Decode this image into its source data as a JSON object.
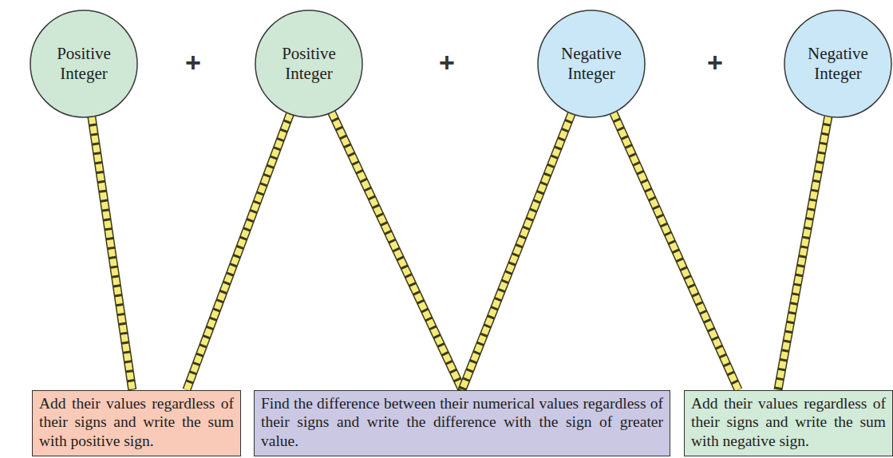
{
  "diagram": {
    "nodes": [
      {
        "text": [
          "Positive Integer"
        ]
      },
      {
        "text": [
          "Positive Integer"
        ]
      },
      {
        "text": [
          "Negative Integer"
        ]
      },
      {
        "text": [
          "Negative Integer"
        ]
      },
      {
        "text": [
          "Add their values regardless of their signs and write the sum with positive sign."
        ]
      },
      {
        "text": [
          "Find the difference between their numerical values regardless of their signs and write the difference with the sign of greater value."
        ]
      },
      {
        "text": [
          "Add their values regardless of their signs and write the sum with negative sign."
        ]
      }
    ],
    "edges": [
      {
        "from": 0,
        "to": 4,
        "arrow": "none"
      },
      {
        "from": 1,
        "to": 4,
        "arrow": "none"
      },
      {
        "from": 1,
        "to": 5,
        "arrow": "none"
      },
      {
        "from": 2,
        "to": 5,
        "arrow": "none"
      },
      {
        "from": 2,
        "to": 6,
        "arrow": "none"
      },
      {
        "from": 3,
        "to": 6,
        "arrow": "none"
      }
    ],
    "labels": [
      "+",
      "+",
      "+"
    ]
  }
}
